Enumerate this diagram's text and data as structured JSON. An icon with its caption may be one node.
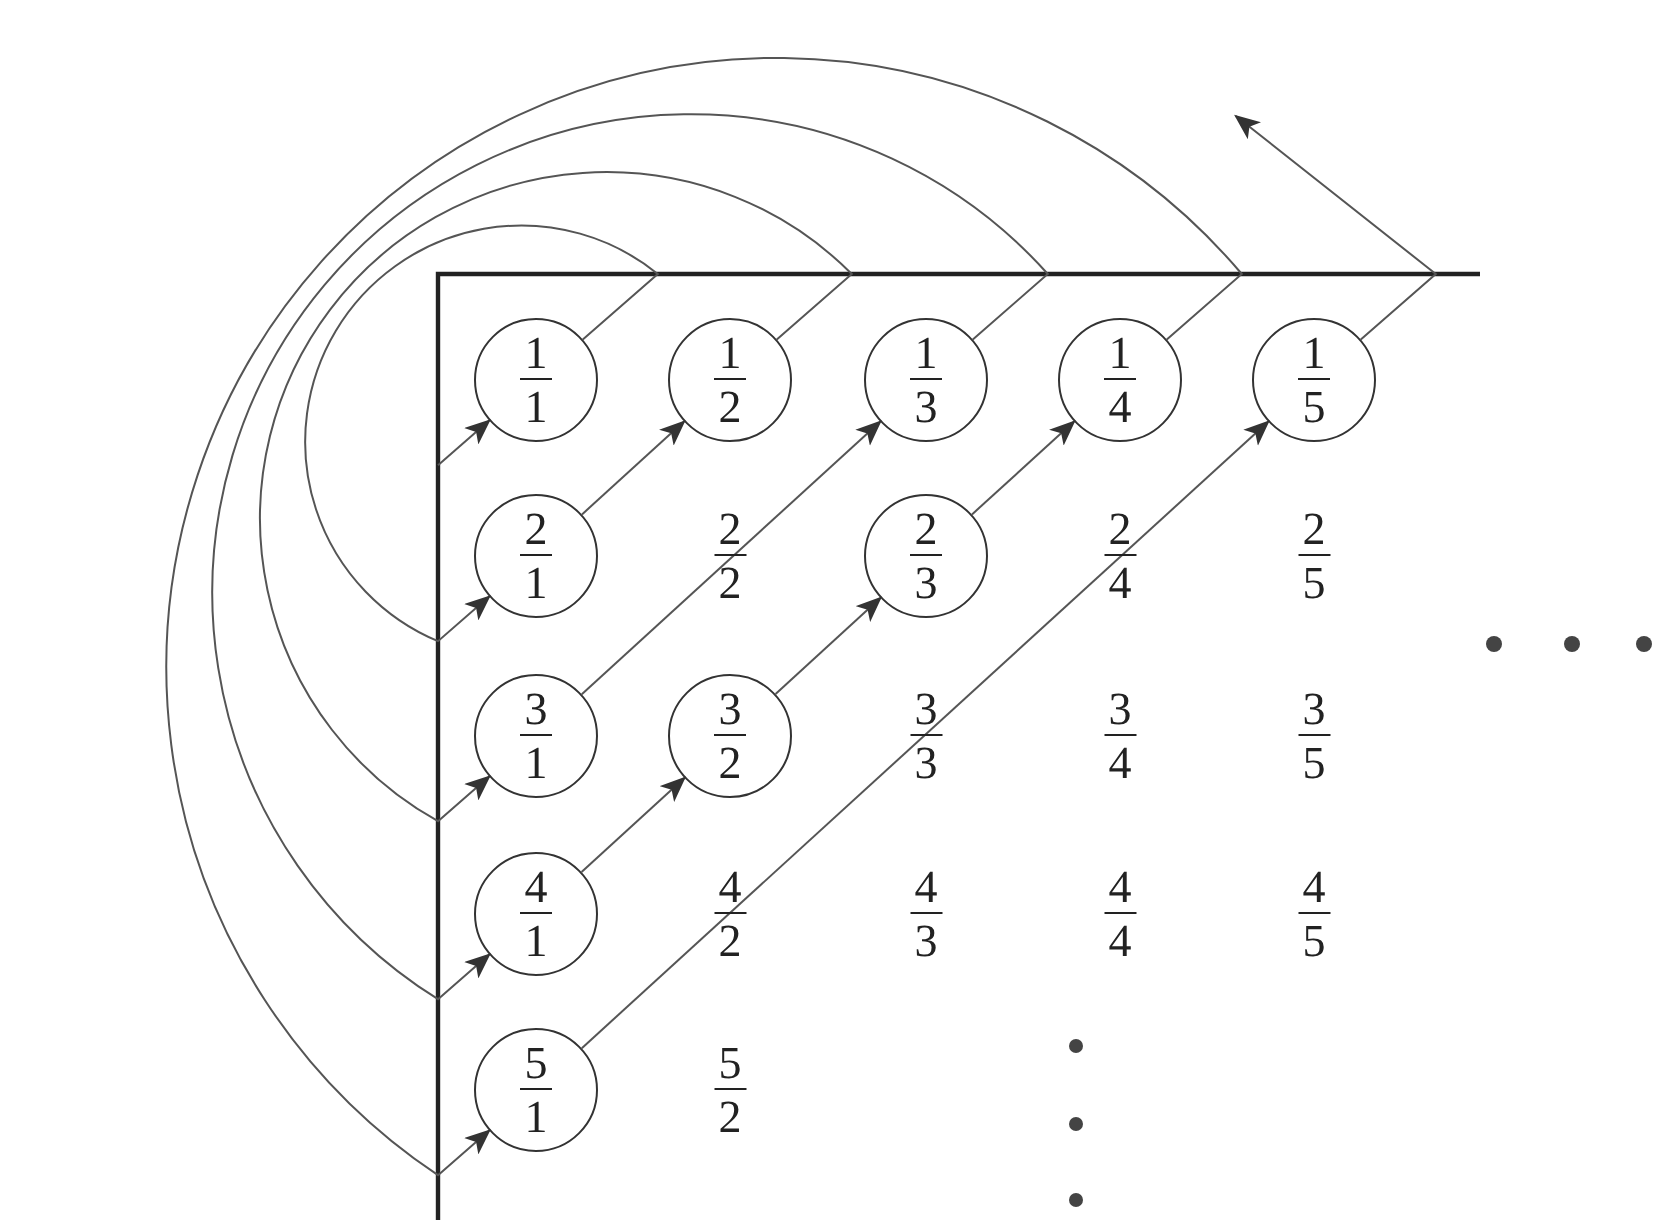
{
  "diagram": {
    "nodes": [
      {
        "text": [
          "1",
          "1"
        ]
      },
      {
        "text": [
          "1",
          "2"
        ]
      },
      {
        "text": [
          "1",
          "3"
        ]
      },
      {
        "text": [
          "1",
          "4"
        ]
      },
      {
        "text": [
          "1",
          "5"
        ]
      },
      {
        "text": [
          "2",
          "1"
        ]
      },
      {
        "text": [
          "2",
          "3"
        ]
      },
      {
        "text": [
          "3",
          "1"
        ]
      },
      {
        "text": [
          "3",
          "2"
        ]
      },
      {
        "text": [
          "4",
          "1"
        ]
      },
      {
        "text": [
          "5",
          "1"
        ]
      }
    ],
    "edges": [
      {
        "from": null,
        "to": 0,
        "arrow": "to"
      },
      {
        "from": 0,
        "to": 5,
        "arrow": "to"
      },
      {
        "from": 5,
        "to": 1,
        "arrow": "to"
      },
      {
        "from": 1,
        "to": 7,
        "arrow": "to"
      },
      {
        "from": 7,
        "to": 2,
        "arrow": "to"
      },
      {
        "from": 2,
        "to": 9,
        "arrow": "to"
      },
      {
        "from": 9,
        "to": 8,
        "arrow": "to"
      },
      {
        "from": 8,
        "to": 6,
        "arrow": "to"
      },
      {
        "from": 6,
        "to": 3,
        "arrow": "to"
      },
      {
        "from": 3,
        "to": 10,
        "arrow": "to"
      },
      {
        "from": 10,
        "to": 4,
        "arrow": "to"
      },
      {
        "from": 4,
        "to": null,
        "arrow": "to"
      }
    ],
    "labels": [
      "2",
      "2",
      "2",
      "4",
      "2",
      "5",
      "3",
      "3",
      "3",
      "4",
      "3",
      "5",
      "4",
      "2",
      "4",
      "3",
      "4",
      "4",
      "4",
      "5",
      "5",
      "2"
    ]
  }
}
